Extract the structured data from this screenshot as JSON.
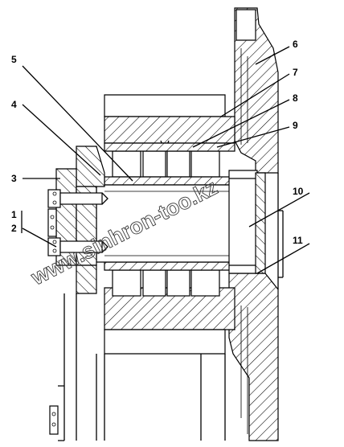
{
  "diagram": {
    "watermark": "www.sinhron-too.kz",
    "callouts": [
      {
        "id": "c1",
        "label": "1"
      },
      {
        "id": "c2",
        "label": "2"
      },
      {
        "id": "c3",
        "label": "3"
      },
      {
        "id": "c4",
        "label": "4"
      },
      {
        "id": "c5",
        "label": "5"
      },
      {
        "id": "c6",
        "label": "6"
      },
      {
        "id": "c7",
        "label": "7"
      },
      {
        "id": "c8",
        "label": "8"
      },
      {
        "id": "c9",
        "label": "9"
      },
      {
        "id": "c10",
        "label": "10"
      },
      {
        "id": "c11",
        "label": "11"
      }
    ]
  }
}
